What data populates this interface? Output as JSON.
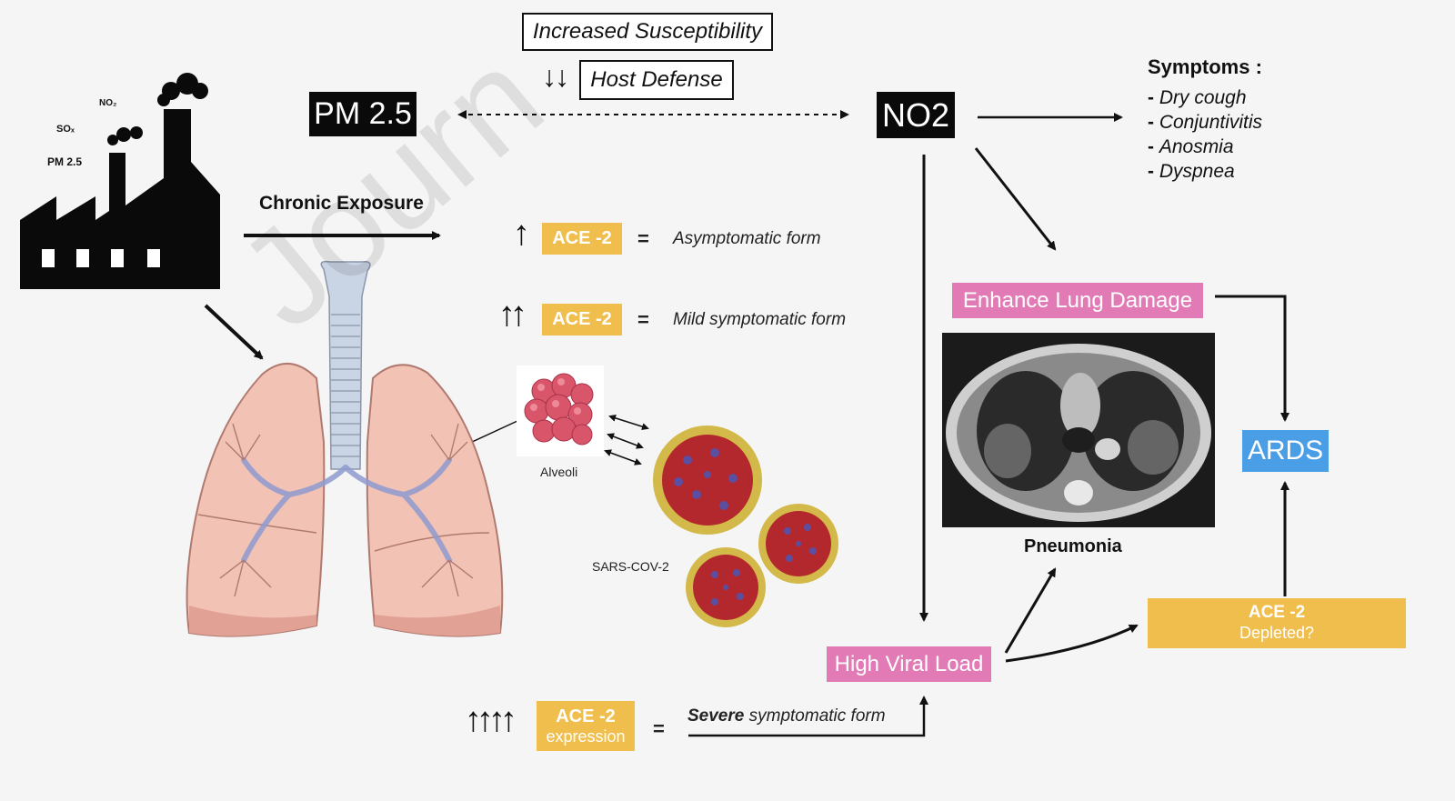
{
  "top": {
    "increased_susceptibility": "Increased Susceptibility",
    "host_defense_arrows": "↓↓",
    "host_defense": "Host Defense"
  },
  "pollutants": {
    "pm25_box": "PM 2.5",
    "no2_box": "NO2",
    "factory_no2": "NO₂",
    "factory_sox": "SOₓ",
    "factory_pm25": "PM 2.5",
    "chronic_exposure": "Chronic Exposure"
  },
  "ace_rows": [
    {
      "arrows": "↑",
      "label": "ACE -2",
      "eq": "=",
      "form": "Asymptomatic form"
    },
    {
      "arrows": "↑↑",
      "label": "ACE -2",
      "eq": "=",
      "form": "Mild symptomatic form"
    }
  ],
  "severe_row": {
    "arrows": "↑↑↑↑",
    "label_line1": "ACE -2",
    "label_line2": "expression",
    "eq": "=",
    "form_bold": "Severe",
    "form_rest": " symptomatic form"
  },
  "alveoli_label": "Alveoli",
  "virus_label": "SARS-COV-2",
  "symptoms": {
    "title": "Symptoms :",
    "items": [
      "Dry cough",
      "Conjuntivitis",
      "Anosmia",
      "Dyspnea"
    ]
  },
  "enhance_lung_damage": "Enhance Lung Damage",
  "pneumonia": "Pneumonia",
  "high_viral_load": "High Viral Load",
  "ace_depleted": {
    "line1": "ACE -2",
    "line2": "Depleted?"
  },
  "ards": "ARDS",
  "watermark": "Journ",
  "colors": {
    "ace_yellow": "#f0be4c",
    "pink": "#e27bb5",
    "ards_blue": "#4a9ee6",
    "black": "#0a0a0a"
  }
}
